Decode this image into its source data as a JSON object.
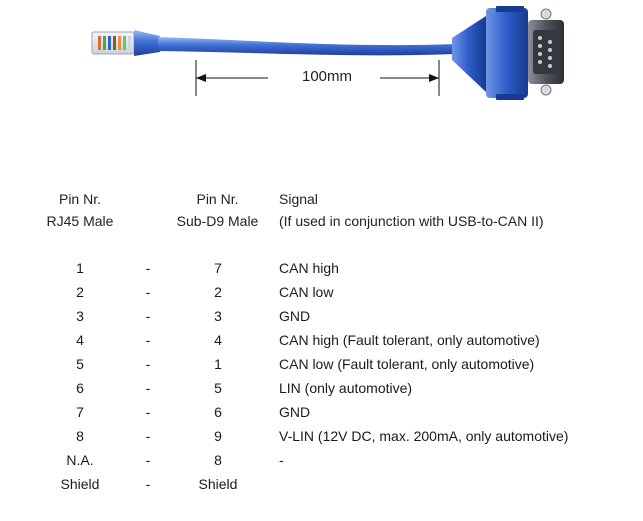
{
  "figure": {
    "dimension_label": "100mm"
  },
  "table": {
    "headers": {
      "rj45_line1": "Pin Nr.",
      "rj45_line2": "RJ45 Male",
      "sub9_line1": "Pin Nr.",
      "sub9_line2": "Sub-D9 Male",
      "signal_line1": "Signal",
      "signal_line2": "(If used in conjunction with USB-to-CAN II)"
    },
    "rows": [
      {
        "rj45": "1",
        "sep": "-",
        "sub9": "7",
        "signal": "CAN high"
      },
      {
        "rj45": "2",
        "sep": "-",
        "sub9": "2",
        "signal": "CAN low"
      },
      {
        "rj45": "3",
        "sep": "-",
        "sub9": "3",
        "signal": "GND"
      },
      {
        "rj45": "4",
        "sep": "-",
        "sub9": "4",
        "signal": "CAN high (Fault tolerant, only automotive)"
      },
      {
        "rj45": "5",
        "sep": "-",
        "sub9": "1",
        "signal": "CAN low (Fault tolerant, only automotive)"
      },
      {
        "rj45": "6",
        "sep": "-",
        "sub9": "5",
        "signal": "LIN (only automotive)"
      },
      {
        "rj45": "7",
        "sep": "-",
        "sub9": "6",
        "signal": "GND"
      },
      {
        "rj45": "8",
        "sep": "-",
        "sub9": "9",
        "signal": "V-LIN (12V DC, max. 200mA, only automotive)"
      },
      {
        "rj45": "N.A.",
        "sep": "-",
        "sub9": "8",
        "signal": "-"
      },
      {
        "rj45": "Shield",
        "sep": "-",
        "sub9": "Shield",
        "signal": ""
      }
    ]
  },
  "colors": {
    "cable_blue": "#3f6fd6",
    "cable_dark": "#1f3f9a",
    "connector_metal": "#5a5f6a",
    "rj45_clear": "#dfe6ee"
  }
}
